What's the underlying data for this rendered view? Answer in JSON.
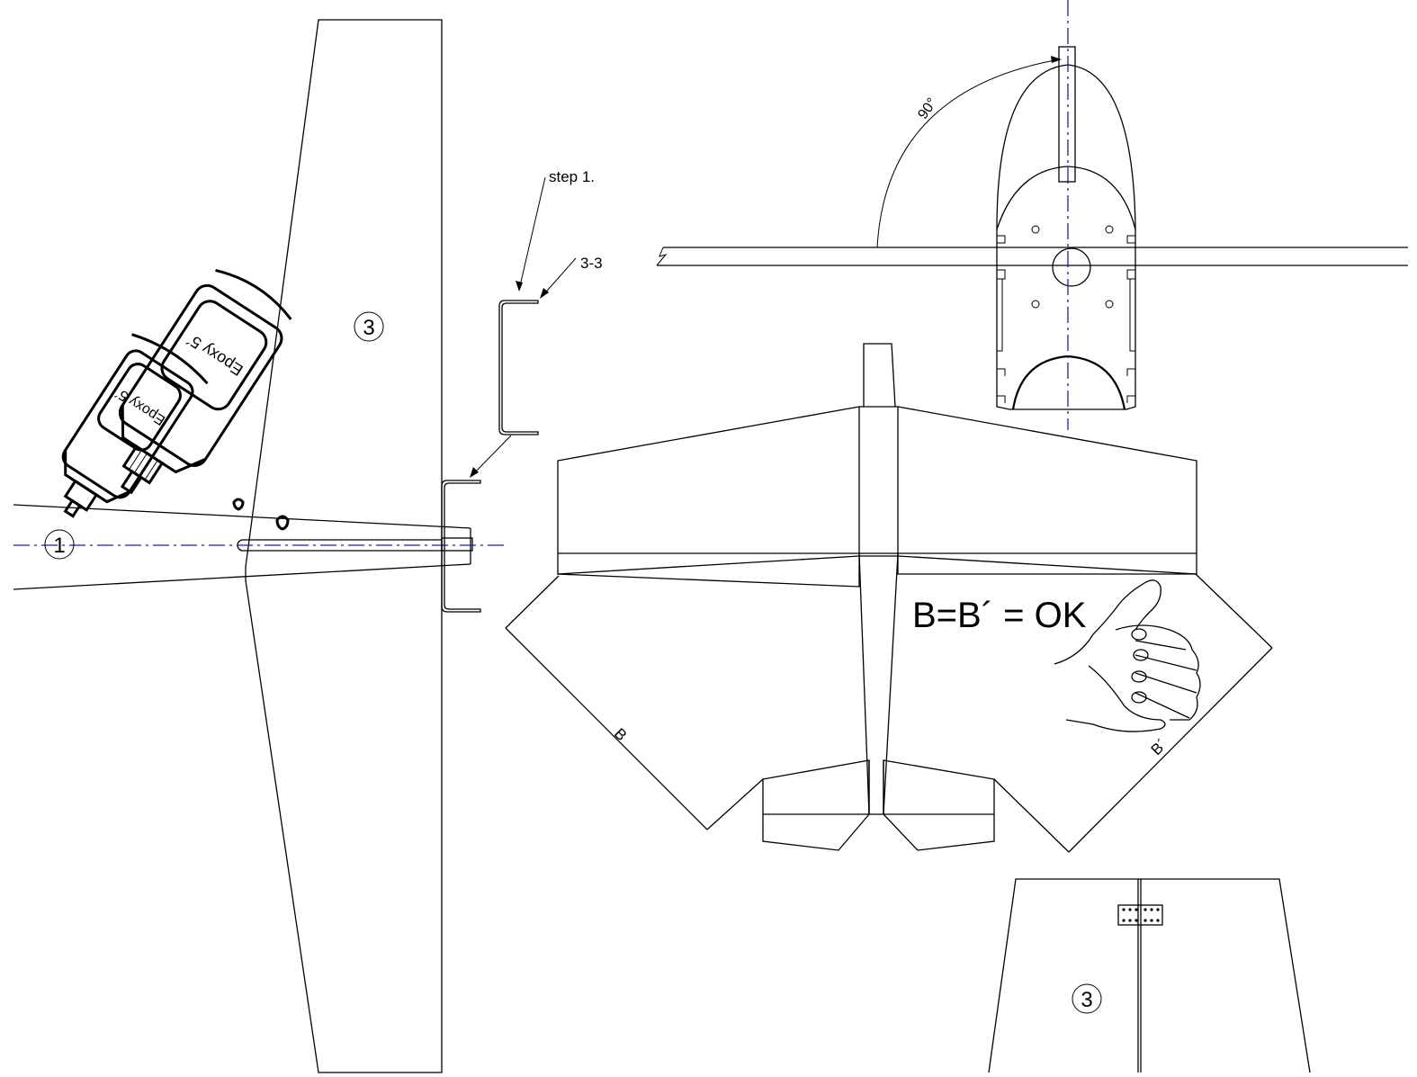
{
  "labels": {
    "part_1": "1",
    "part_3_wing": "3",
    "part_3_lower": "3",
    "step": "step 1.",
    "section": "3-3",
    "angle": "90°",
    "bottle_large": "Epoxy 5´",
    "bottle_small": "Epoxy 5´",
    "check": "B=B´ = OK",
    "dim_b": "B",
    "dim_b_prime": "B´"
  },
  "icons": [
    "epoxy-bottle-icon",
    "thumbs-up-hand-icon"
  ],
  "colors": {
    "line": "#000000",
    "centerline": "#1a1ad8"
  }
}
